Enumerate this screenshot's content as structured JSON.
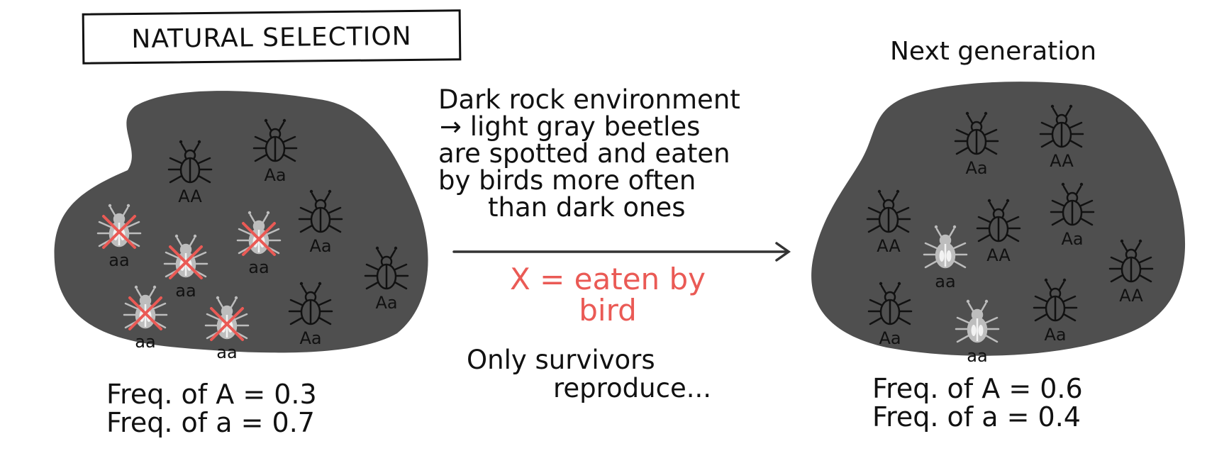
{
  "title": "NATURAL SELECTION",
  "next_generation_label": "Next generation",
  "description": [
    "Dark rock environment",
    "→ light gray beetles",
    "are spotted and eaten",
    "by birds more often",
    "than dark ones"
  ],
  "legend": {
    "symbol": "X",
    "text_line1": "= eaten by",
    "text_line2": "bird",
    "color": "#ea5a55"
  },
  "survivors_text": [
    "Only survivors",
    "reproduce..."
  ],
  "before": {
    "freq_A": "Freq. of A = 0.3",
    "freq_a": "Freq. of a = 0.7",
    "beetles": [
      {
        "genotype": "AA",
        "color": "dark",
        "eaten": false
      },
      {
        "genotype": "Aa",
        "color": "dark",
        "eaten": false
      },
      {
        "genotype": "Aa",
        "color": "dark",
        "eaten": false
      },
      {
        "genotype": "Aa",
        "color": "dark",
        "eaten": false
      },
      {
        "genotype": "Aa",
        "color": "dark",
        "eaten": false
      },
      {
        "genotype": "aa",
        "color": "light",
        "eaten": true
      },
      {
        "genotype": "aa",
        "color": "light",
        "eaten": true
      },
      {
        "genotype": "aa",
        "color": "light",
        "eaten": true
      },
      {
        "genotype": "aa",
        "color": "light",
        "eaten": true
      },
      {
        "genotype": "aa",
        "color": "light",
        "eaten": true
      }
    ]
  },
  "after": {
    "freq_A": "Freq. of A = 0.6",
    "freq_a": "Freq. of a = 0.4",
    "beetles": [
      {
        "genotype": "Aa",
        "color": "dark"
      },
      {
        "genotype": "AA",
        "color": "dark"
      },
      {
        "genotype": "AA",
        "color": "dark"
      },
      {
        "genotype": "aa",
        "color": "light"
      },
      {
        "genotype": "AA",
        "color": "dark"
      },
      {
        "genotype": "Aa",
        "color": "dark"
      },
      {
        "genotype": "AA",
        "color": "dark"
      },
      {
        "genotype": "Aa",
        "color": "dark"
      },
      {
        "genotype": "aa",
        "color": "light"
      },
      {
        "genotype": "Aa",
        "color": "dark"
      }
    ]
  },
  "colors": {
    "rock": "#4f4f4f",
    "dark_beetle": "#111111",
    "light_beetle": "#bdbdbd",
    "cross": "#ea5a55",
    "arrow": "#333333"
  }
}
